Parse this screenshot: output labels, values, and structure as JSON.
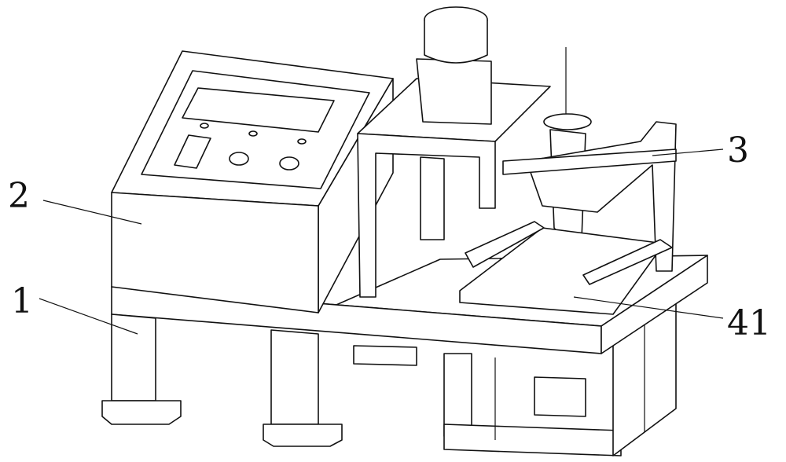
{
  "labels": {
    "base": "1",
    "control_box": "2",
    "frame": "3",
    "platform": "41"
  }
}
